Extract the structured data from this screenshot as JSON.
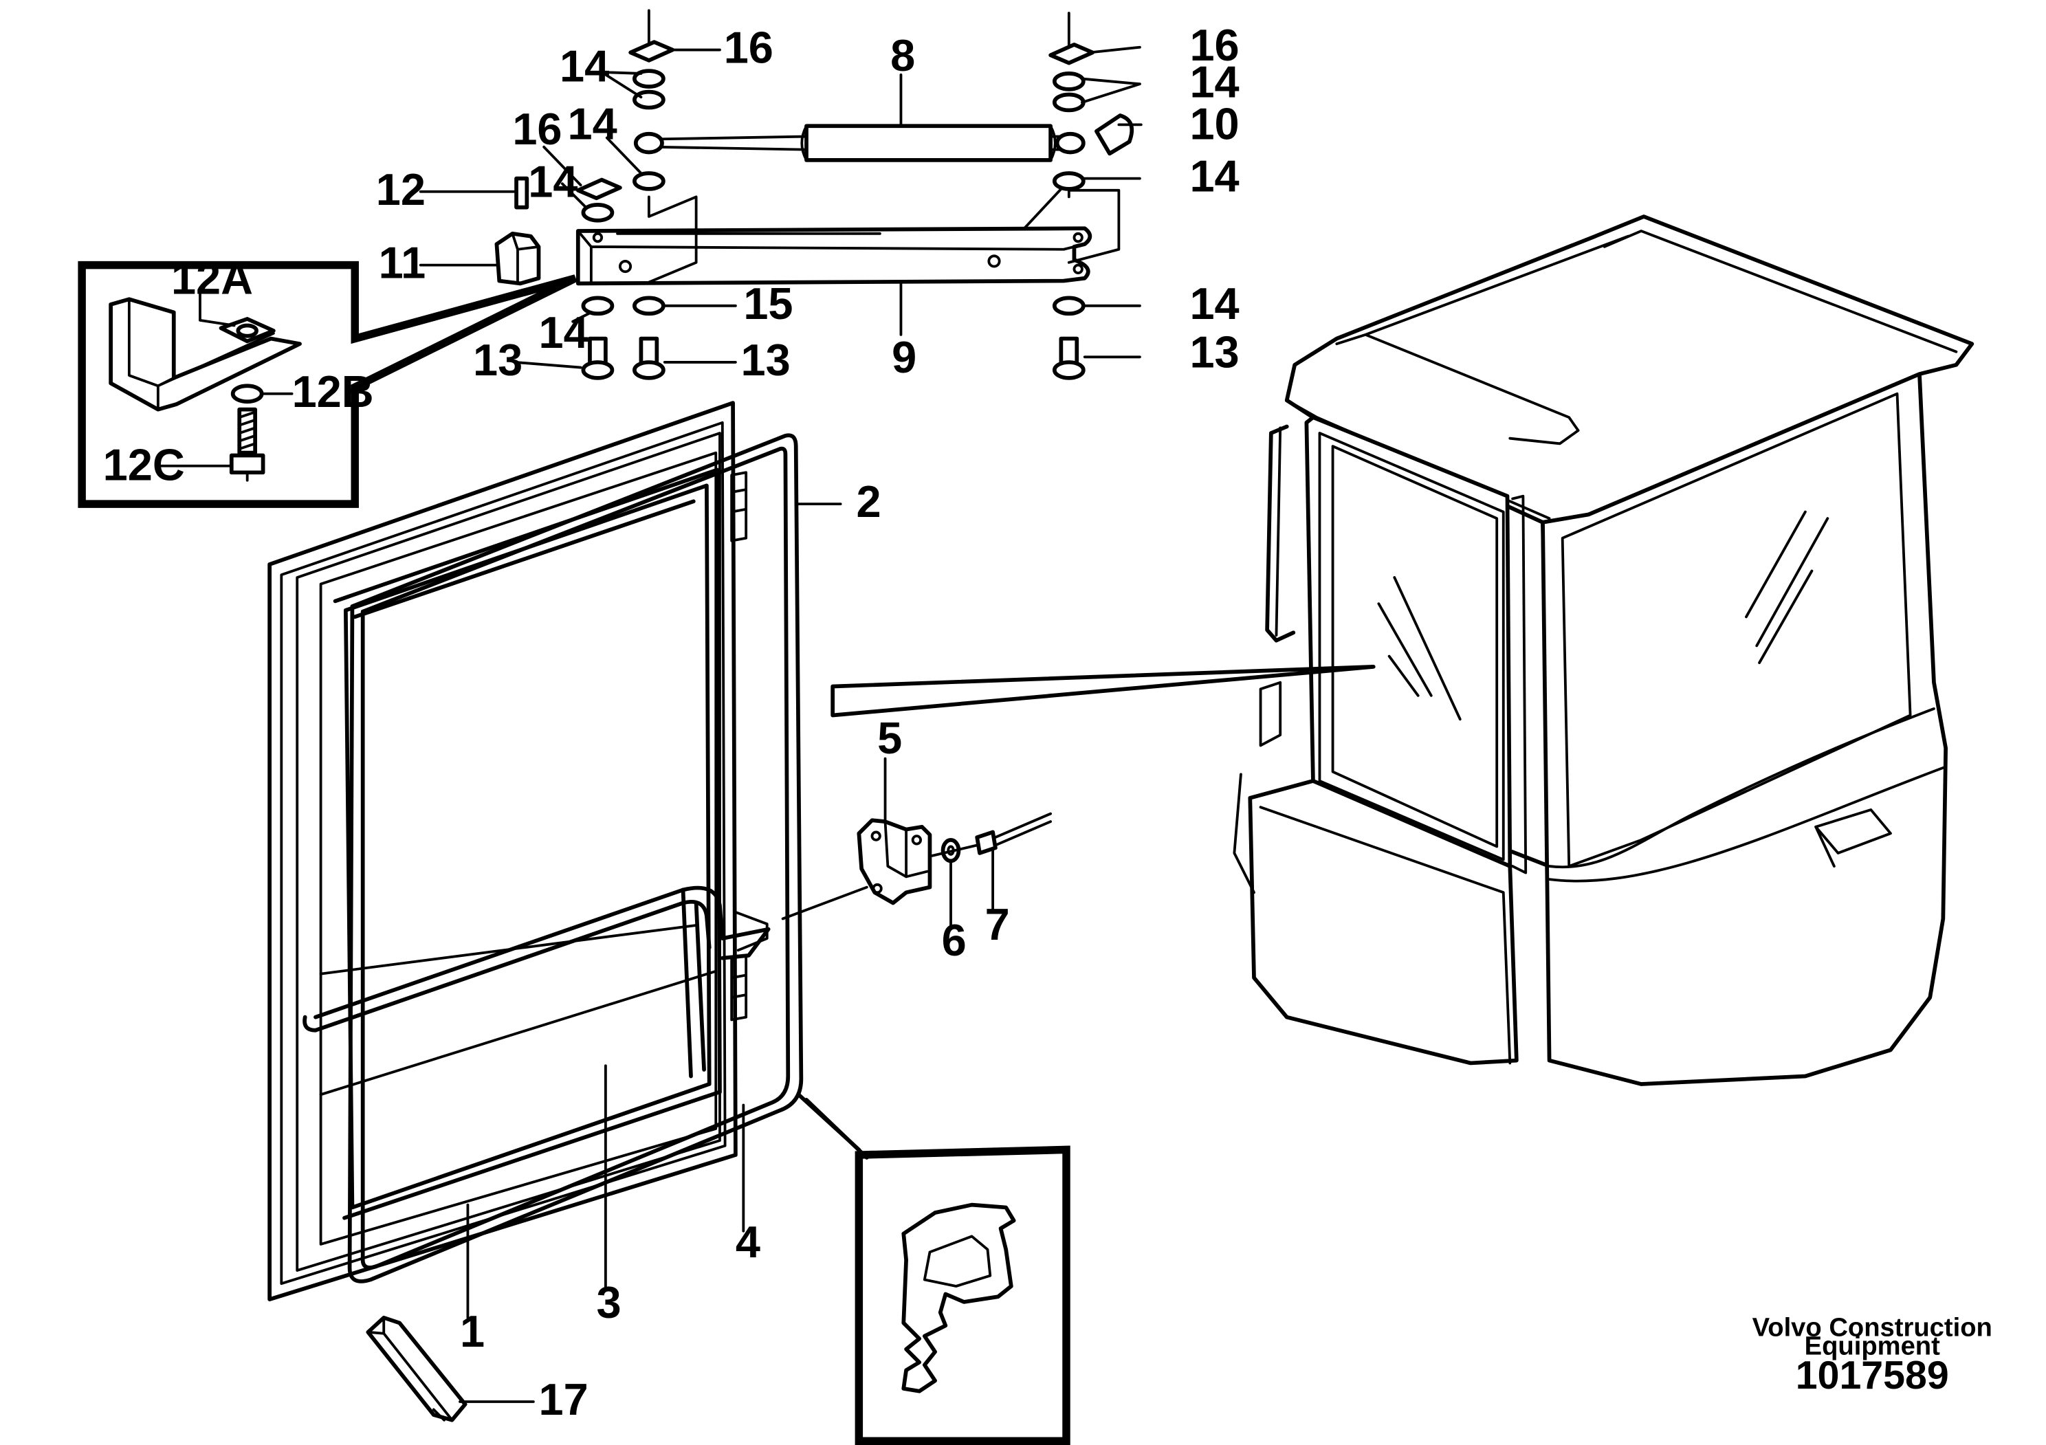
{
  "callouts": {
    "c1": "1",
    "c2": "2",
    "c3": "3",
    "c4": "4",
    "c5": "5",
    "c6": "6",
    "c7": "7",
    "c8": "8",
    "c9": "9",
    "c10": "10",
    "c11": "11",
    "c12": "12",
    "c12a": "12A",
    "c12b": "12B",
    "c12c": "12C",
    "c13": "13",
    "c14": "14",
    "c15": "15",
    "c16": "16",
    "c17": "17"
  },
  "caption": {
    "line1": "Volvo Construction",
    "line2": "Equipment",
    "number": "1017589"
  }
}
